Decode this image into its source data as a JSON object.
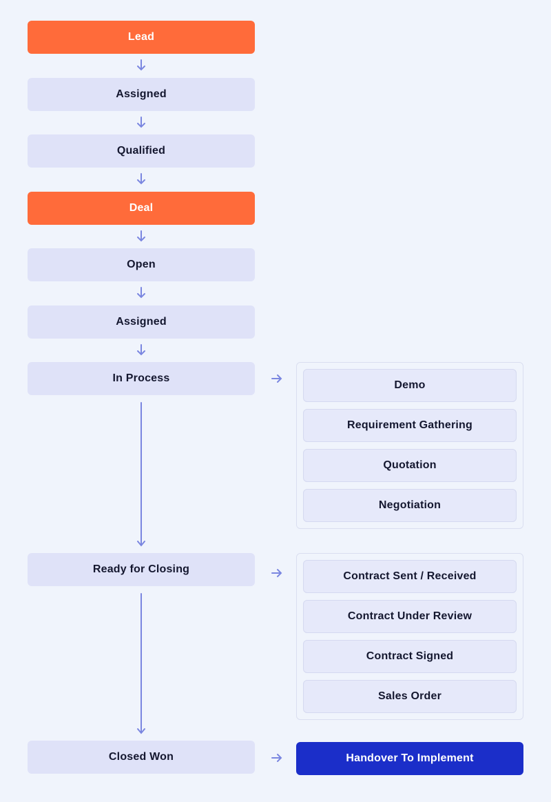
{
  "flow": {
    "lead": "Lead",
    "lead_assigned": "Assigned",
    "qualified": "Qualified",
    "deal": "Deal",
    "open": "Open",
    "deal_assigned": "Assigned",
    "in_process": "In Process",
    "ready_for_closing": "Ready for Closing",
    "closed_won": "Closed Won"
  },
  "in_process_substeps": [
    "Demo",
    "Requirement Gathering",
    "Quotation",
    "Negotiation"
  ],
  "closing_substeps": [
    "Contract Sent / Received",
    "Contract Under Review",
    "Contract Signed",
    "Sales Order"
  ],
  "handover": "Handover To Implement",
  "colors": {
    "background": "#f0f4fc",
    "stage": "#ff6b3a",
    "step": "#dfe2f8",
    "substep": "#e6e9fa",
    "arrow": "#7a86e0",
    "final": "#1b2ec9",
    "text_dark": "#14172f"
  }
}
